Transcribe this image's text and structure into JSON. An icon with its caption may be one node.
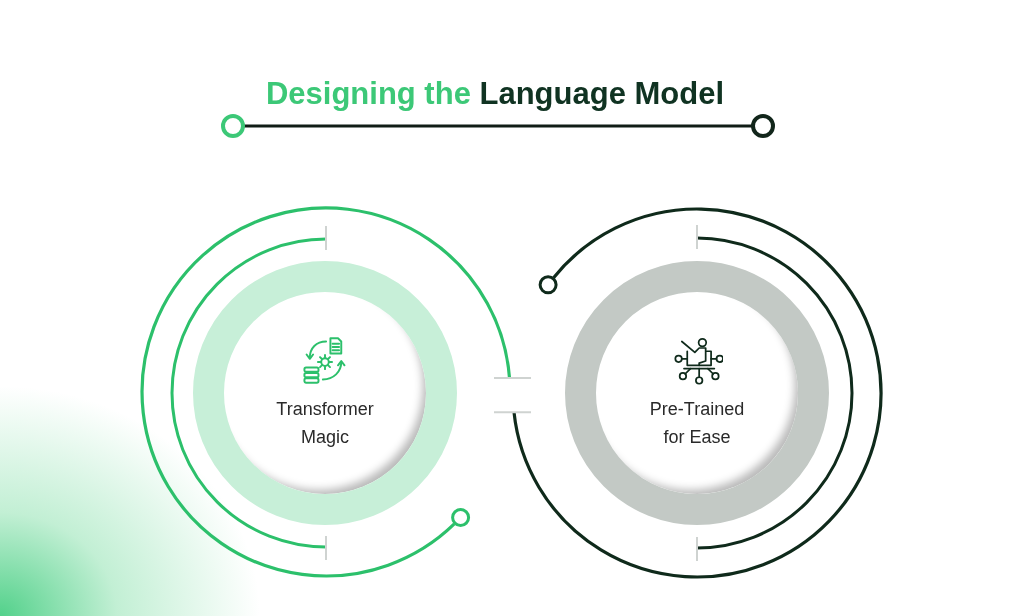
{
  "diagram": {
    "title": "Designing the Language Model",
    "nodes": [
      {
        "text": [
          "Transformer Magic"
        ]
      },
      {
        "text": [
          "Pre-Trained for Ease"
        ]
      }
    ]
  }
}
